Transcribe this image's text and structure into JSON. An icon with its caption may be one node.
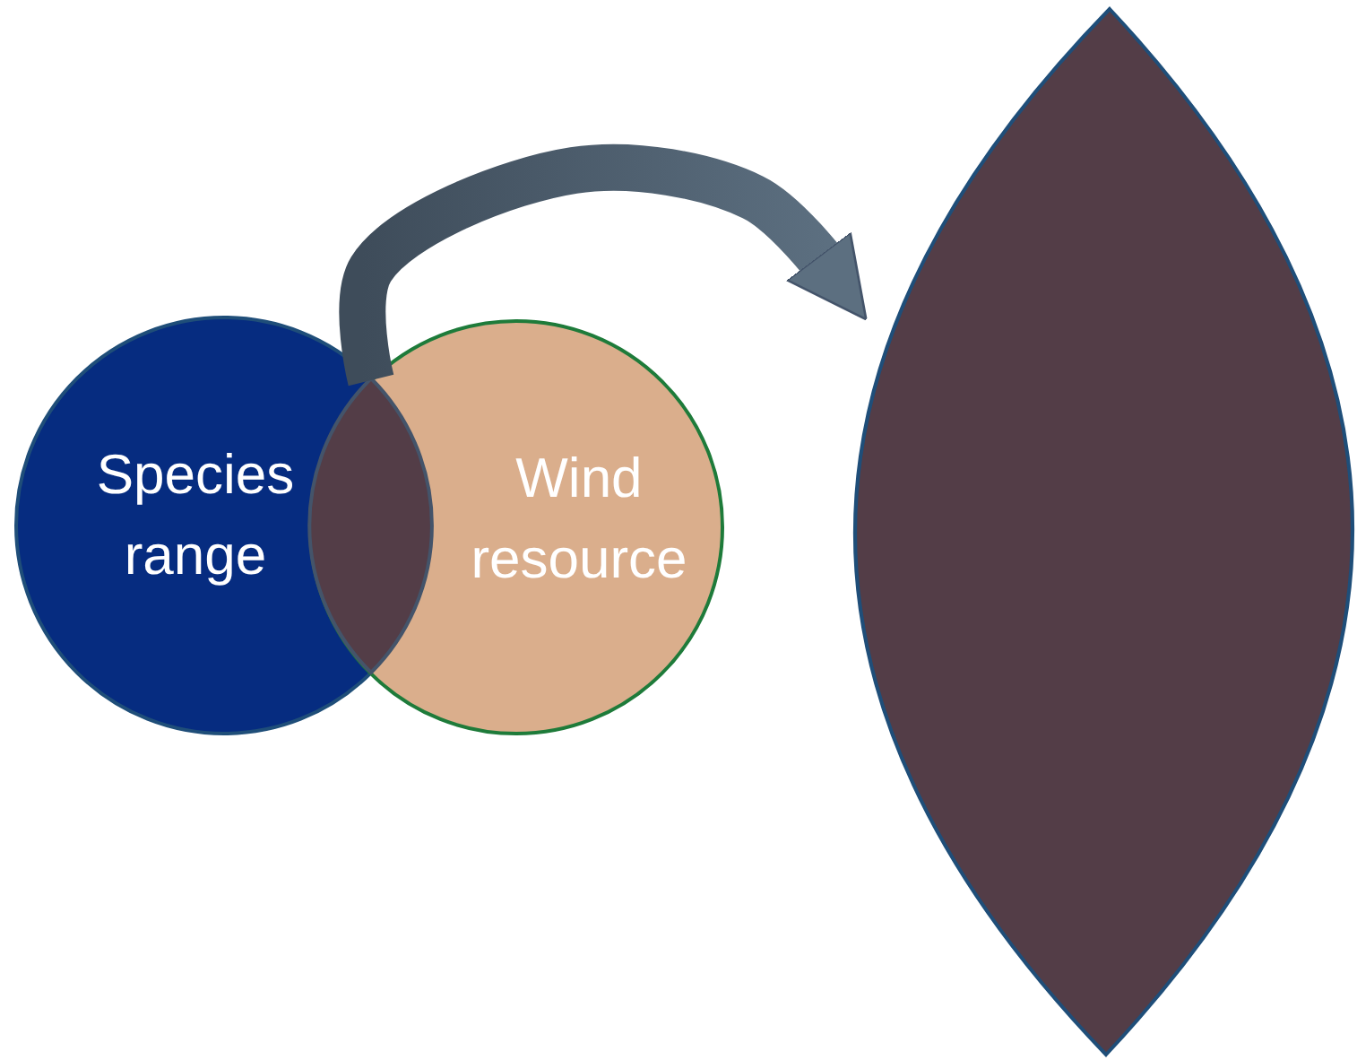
{
  "diagram": {
    "nodes": [
      {
        "text": [
          "Species range"
        ]
      },
      {
        "text": [
          "Wind resource"
        ]
      },
      {
        "text": [],
        "shape": "lens"
      },
      {
        "text": [],
        "shape": "lens"
      }
    ],
    "edges": [
      {
        "from": 2,
        "to": 3,
        "arrow": "to",
        "style": "thick"
      }
    ]
  }
}
